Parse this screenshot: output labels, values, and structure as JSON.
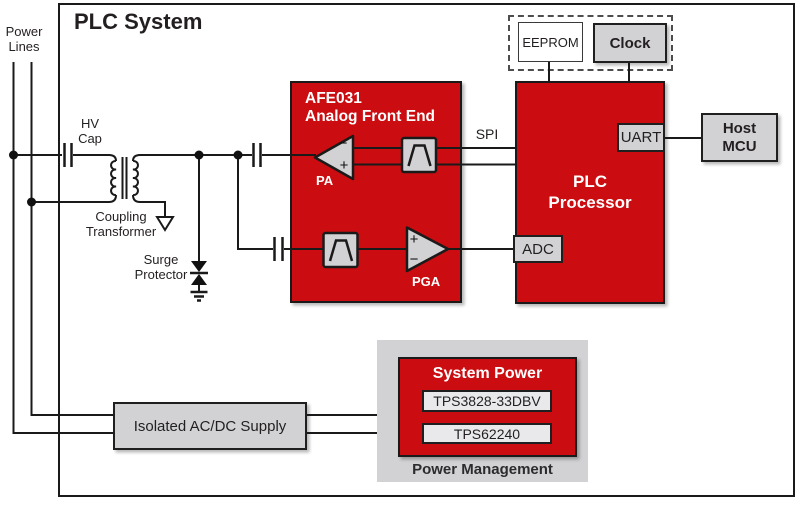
{
  "title": "PLC System",
  "colors": {
    "block_red": "#cb0c10",
    "panel_gray": "#d2d2d4",
    "chip_gray": "#e9e9eb",
    "wire": "#1a1a1a"
  },
  "labels": {
    "power_lines": "Power\nLines",
    "hv_cap": "HV\nCap",
    "coupling_transformer": "Coupling\nTransformer",
    "surge_protector": "Surge\nProtector",
    "spi": "SPI",
    "pa": "PA",
    "pga": "PGA",
    "pa_minus": "−",
    "pa_plus": "+",
    "pga_plus": "+",
    "pga_minus": "−"
  },
  "blocks": {
    "afe": {
      "title": "AFE031\nAnalog Front End"
    },
    "plc_processor": {
      "label": "PLC\nProcessor"
    },
    "adc": "ADC",
    "uart": "UART",
    "host_mcu": "Host\nMCU",
    "eeprom": "EEPROM",
    "clock": "Clock",
    "supply": "Isolated AC/DC Supply",
    "power": {
      "title": "System Power",
      "chips": [
        "TPS3828-33DBV",
        "TPS62240"
      ],
      "caption": "Power Management"
    }
  }
}
